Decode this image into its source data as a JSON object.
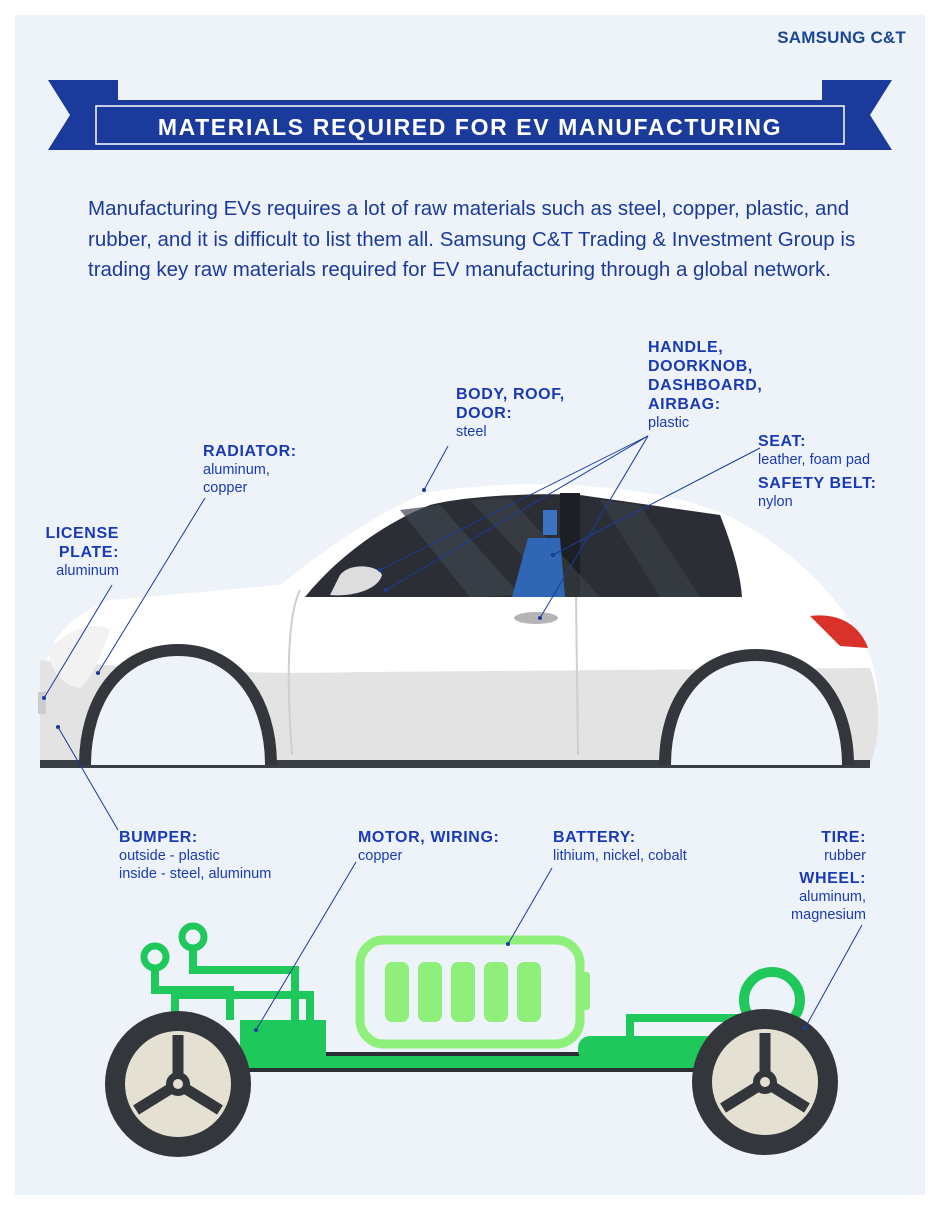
{
  "brand": "SAMSUNG C&T",
  "title": "MATERIALS REQUIRED FOR EV MANUFACTURING",
  "intro": "Manufacturing EVs requires a lot of raw materials such as steel, copper, plastic, and rubber, and it is difficult to list them all. Samsung C&T Trading & Investment Group is trading key raw materials required for EV manufacturing through a global network.",
  "labels": {
    "license_plate": {
      "heading": "LICENSE\nPLATE:",
      "value": "aluminum"
    },
    "radiator": {
      "heading": "RADIATOR:",
      "value": "aluminum,\ncopper"
    },
    "body": {
      "heading": "BODY, ROOF,\nDOOR:",
      "value": "steel"
    },
    "handle": {
      "heading": "HANDLE,\nDOORKNOB,\nDASHBOARD,\nAIRBAG:",
      "value": "plastic"
    },
    "seat": {
      "heading": "SEAT:",
      "value": "leather, foam pad"
    },
    "safety_belt": {
      "heading": "SAFETY BELT:",
      "value": "nylon"
    },
    "bumper": {
      "heading": "BUMPER:",
      "value": "outside - plastic\ninside - steel, aluminum"
    },
    "motor": {
      "heading": "MOTOR, WIRING:",
      "value": "copper"
    },
    "battery": {
      "heading": "BATTERY:",
      "value": "lithium, nickel, cobalt"
    },
    "tire": {
      "heading": "TIRE:",
      "value": "rubber"
    },
    "wheel": {
      "heading": "WHEEL:",
      "value": "aluminum,\nmagnesium"
    }
  },
  "colors": {
    "ribbon": "#1a3a9c",
    "ribbon_dark": "#0e2470",
    "text_blue": "#1a3ab5",
    "car_body": "#ffffff",
    "car_lower": "#e2e2e2",
    "window": "#2b2f35",
    "taillight": "#d9322a",
    "seat_blue": "#2f67b5",
    "green": "#1ec85a",
    "battery_green": "#8ef07a"
  }
}
